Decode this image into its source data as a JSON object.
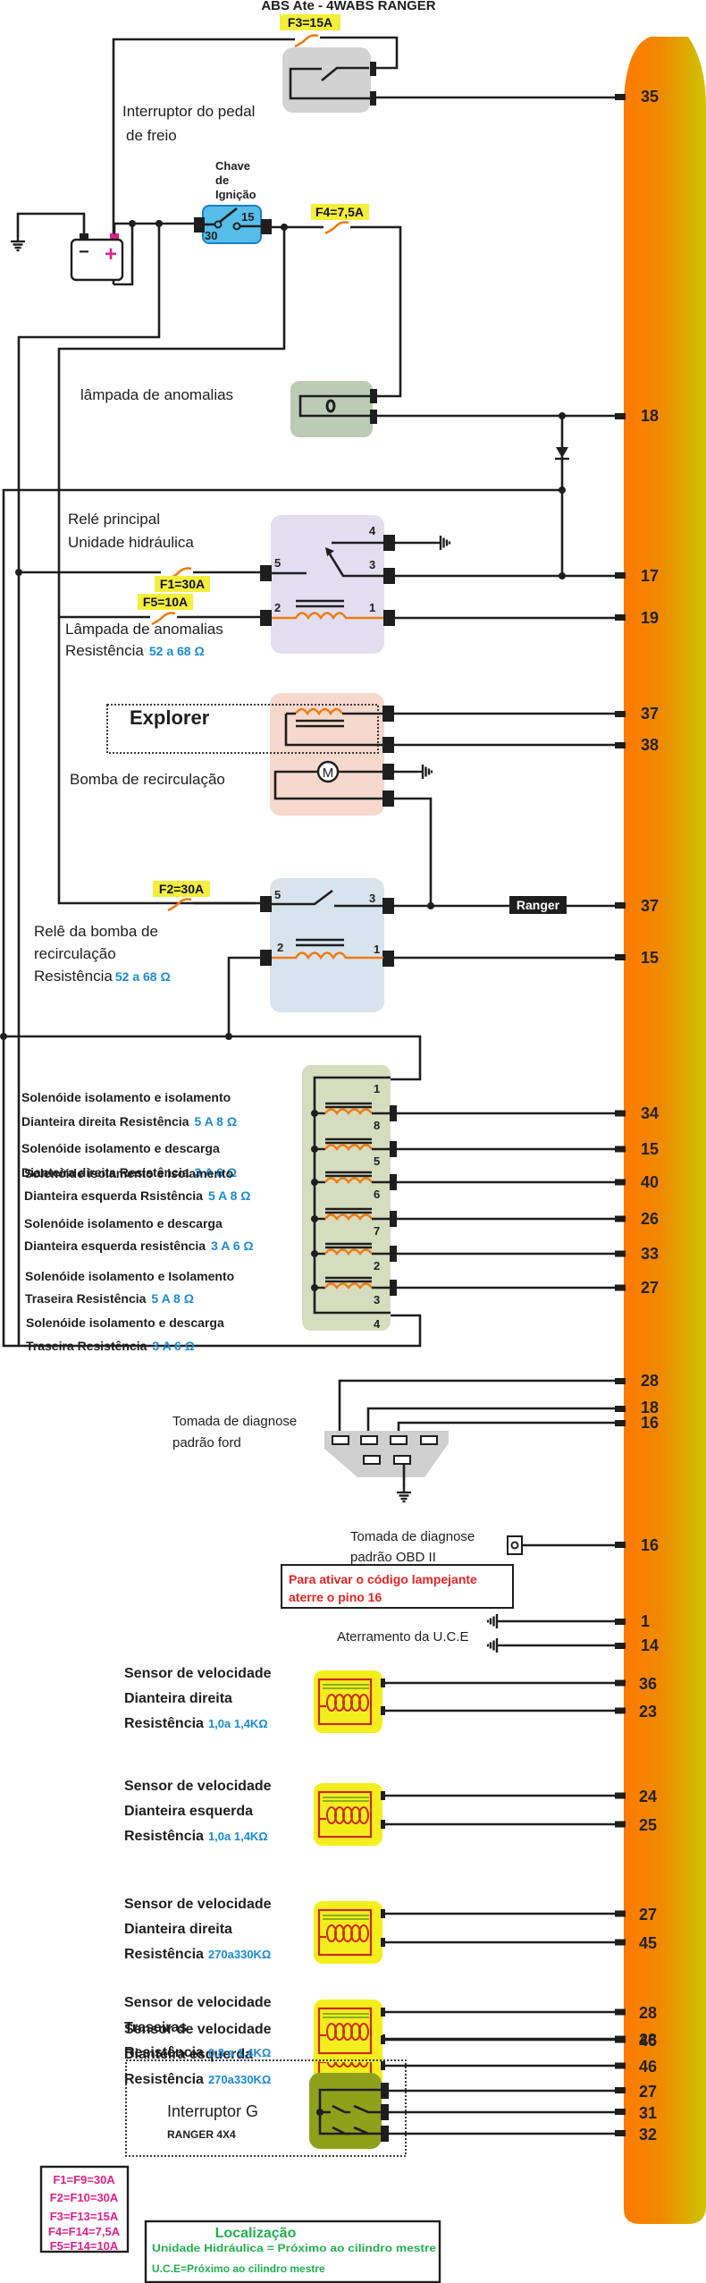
{
  "title": "ABS Ate - 4WABS RANGER",
  "fuses": {
    "f3": "F3=15A",
    "f4": "F4=7,5A",
    "f1": "F1=30A",
    "f5": "F5=10A",
    "f2": "F2=30A"
  },
  "components": {
    "brake_pedal_switch": {
      "line1": "Interruptor do pedal",
      "line2": "de freio"
    },
    "ignition_key": {
      "line1": "Chave",
      "line2": "de",
      "line3": "Ignição",
      "term_30": "30",
      "term_15": "15"
    },
    "battery": {
      "minus": "−",
      "plus": "+"
    },
    "warning_lamp": {
      "label": "lâmpada de anomalias"
    },
    "main_relay": {
      "line1": "Relé principal",
      "line2": "Unidade hidráulica",
      "line3": "Lâmpada de anomalias",
      "res_label": "Resistência",
      "res_value": "52 a 68 Ω",
      "pins": [
        "4",
        "5",
        "3",
        "2",
        "1"
      ]
    },
    "explorer": {
      "label": "Explorer"
    },
    "pump": {
      "label": "Bomba de recirculação",
      "motor": "M"
    },
    "pump_relay": {
      "line1": "Relê da bomba de",
      "line2": "recirculação",
      "res_label": "Resistência",
      "res_value": "52 a 68 Ω",
      "pins": [
        "5",
        "3",
        "2",
        "1"
      ],
      "ranger_tag": "Ranger"
    },
    "solenoids": {
      "block_pins": [
        "1",
        "8",
        "5",
        "6",
        "7",
        "2",
        "3",
        "4"
      ],
      "items": [
        {
          "line1": "Solenóide isolamento e isolamento",
          "line2": "Dianteira direita Resistência",
          "value": "5 A 8 Ω"
        },
        {
          "line1": "Solenóide isolamento e descarga",
          "line2": "Dianteira direita Resistência",
          "value": "3 A 6 Ω"
        },
        {
          "line1": "Solenóide isolamento e isolamento",
          "line2": "Dianteira esquerda Rsistência",
          "value": "5 A 8 Ω"
        },
        {
          "line1": "Solenóide isolamento e descarga",
          "line2": "Dianteira esquerda resistência",
          "value": "3 A 6 Ω"
        },
        {
          "line1": "Solenóide isolamento e Isolamento",
          "line2": "Traseira Resistência",
          "value": "5 A 8 Ω"
        },
        {
          "line1": "Solenóide isolamento e descarga",
          "line2": "Traseira Resistência",
          "value": "3 A 6 Ω"
        }
      ]
    },
    "ford_connector": {
      "line1": "Tomada de diagnose",
      "line2": "padrão ford"
    },
    "obd_connector": {
      "line1": "Tomada de diagnose",
      "line2": "padrão OBD II"
    },
    "note": {
      "line1": "Para ativar o código lampejante",
      "line2": "aterre o pino 16"
    },
    "ecu_ground": {
      "label": "Aterramento da U.C.E"
    },
    "speed_sensors": [
      {
        "line1": "Sensor de velocidade",
        "line2": "Dianteira direita",
        "res_label": "Resistência",
        "value": "1,0a 1,4KΩ"
      },
      {
        "line1": "Sensor de velocidade",
        "line2": "Dianteira esquerda",
        "res_label": "Resistência",
        "value": "1,0a 1,4KΩ"
      },
      {
        "line1": "Sensor de velocidade",
        "line2": "Dianteira  direita",
        "res_label": "Resistência",
        "value": "270a330KΩ"
      },
      {
        "line1": "Sensor de velocidade",
        "line2": "Dianteira esquerda",
        "res_label": "Resistência",
        "value": "270a330KΩ"
      },
      {
        "line1": "Sensor de velocidade",
        "line2": "Traseiras",
        "res_label": "Resistência",
        "value": "0,8 a 1,4KΩ"
      }
    ],
    "g_switch": {
      "line1": "Interruptor G",
      "line2": "RANGER 4X4"
    }
  },
  "ecu_pins": {
    "p35": "35",
    "p18": "18",
    "p17": "17",
    "p19": "19",
    "p37a": "37",
    "p38": "38",
    "p37b": "37",
    "p15a": "15",
    "p34": "34",
    "p15b": "15",
    "p40": "40",
    "p26": "26",
    "p33": "33",
    "p27a": "27",
    "p28a": "28",
    "p18b": "18",
    "p16a": "16",
    "p16b": "16",
    "p1": "1",
    "p14": "14",
    "p36": "36",
    "p23": "23",
    "p24": "24",
    "p25": "25",
    "p27b": "27",
    "p45": "45",
    "p28b": "28",
    "p46a": "46",
    "p28c": "28",
    "p46b": "46",
    "p27c": "27",
    "p31": "31",
    "p32": "32"
  },
  "fuse_table": [
    "F1=F9=30A",
    "F2=F10=30A",
    "F3=F13=15A",
    "F4=F14=7,5A",
    "F5=F14=10A"
  ],
  "location": {
    "title": "Localização",
    "line1": "Unidade Hidráulica = Próximo ao cilindro mestre",
    "line2": "U.C.E=Próximo ao cilindro mestre"
  },
  "colors": {
    "bus_start": "#ff7a00",
    "bus_end": "#cfc200",
    "fuse_highlight": "#f4ee3c",
    "fuse_wire": "#f07a10",
    "blue_value": "#1a8ad8",
    "note_red": "#ee2222",
    "legend_magenta": "#e0208a",
    "location_green": "#22b050"
  }
}
